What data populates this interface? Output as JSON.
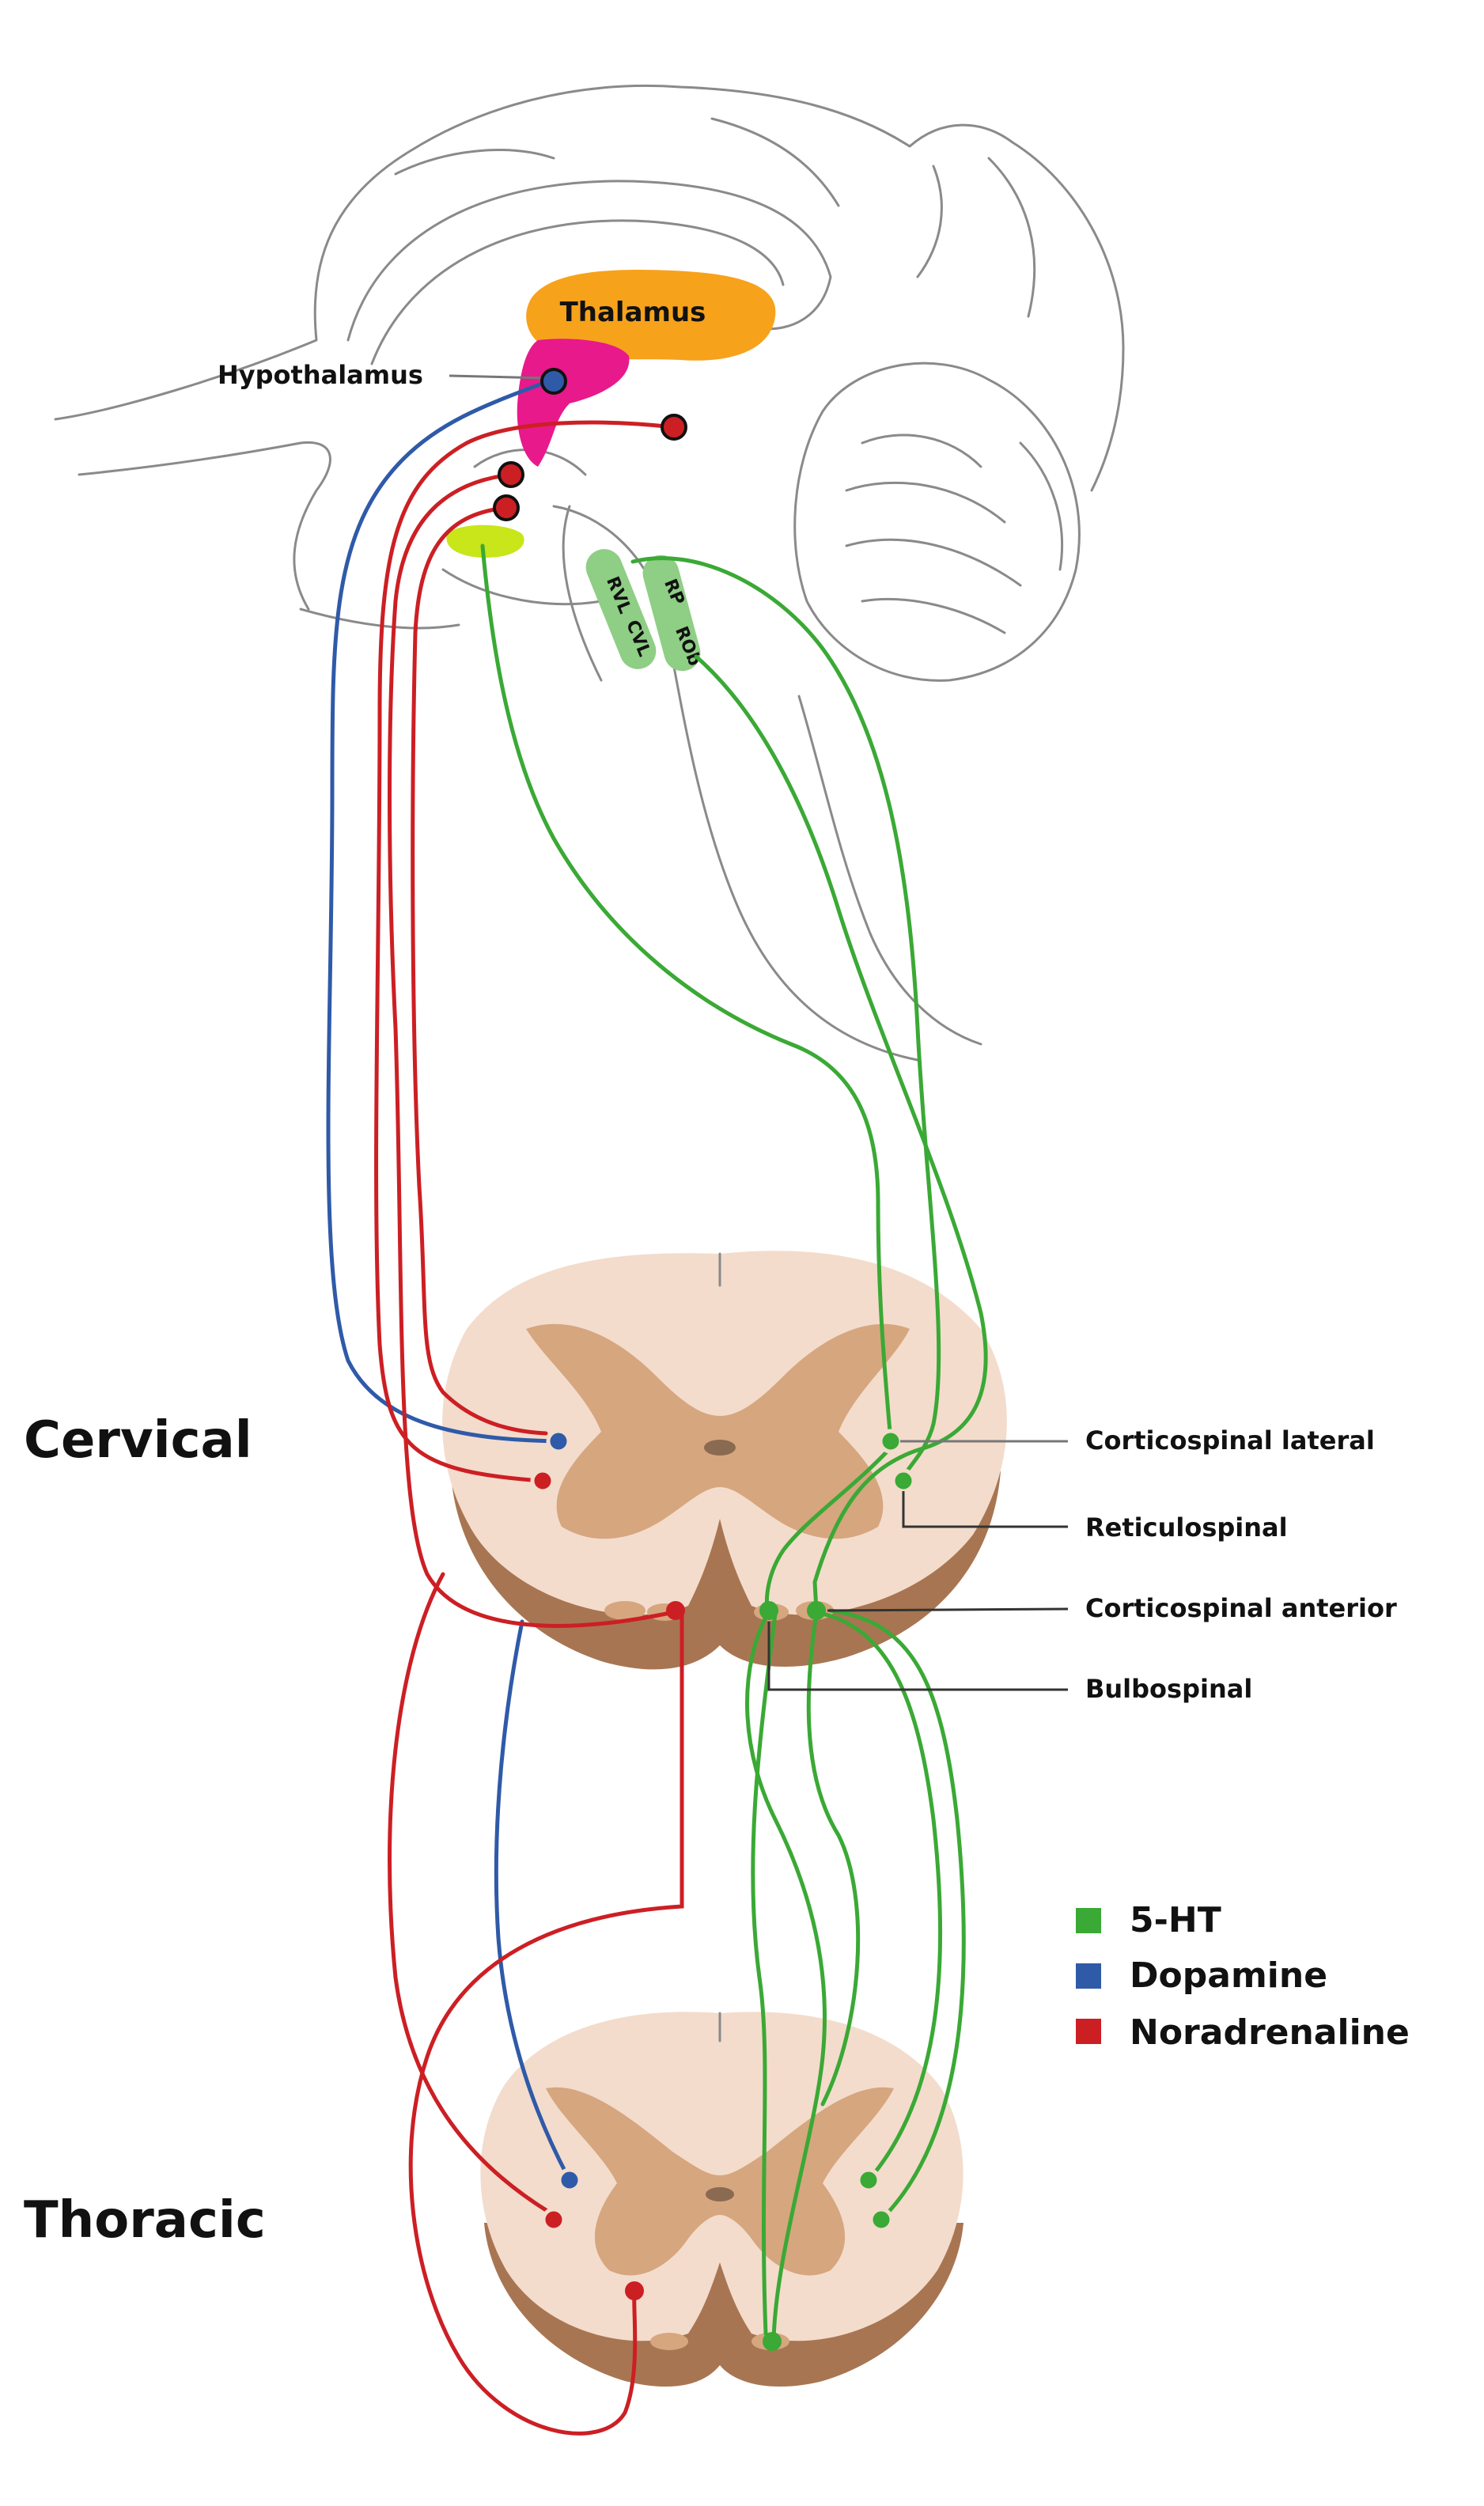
{
  "labels": {
    "thalamus": "Thalamus",
    "hypothalamus": "Hypothalamus",
    "rvl": "RVL",
    "cvl": "CVL",
    "rp": "RP",
    "rob": "ROb",
    "cervical": "Cervical",
    "thoracic": "Thoracic",
    "corticospinal_lateral": "Corticospinal lateral",
    "reticulospinal": "Reticulospinal",
    "corticospinal_anterior": "Corticospinal anterior",
    "bulbospinal": "Bulbospinal"
  },
  "legend": [
    {
      "label": "5-HT",
      "color": "#3aa935"
    },
    {
      "label": "Dopamine",
      "color": "#2f5aa8"
    },
    {
      "label": "Noradrenaline",
      "color": "#cc1f24"
    }
  ],
  "colors": {
    "thalamus": "#f7a21b",
    "hypothalamus": "#e8198b",
    "raphe_nuclei": "#8fce85",
    "yellow_nucleus": "#c8e619",
    "grey_matter": "#d6a67f",
    "white_matter": "#f3dccc",
    "serotonin": "#3aa935",
    "dopamine": "#2f5aa8",
    "noradrenaline": "#cc1f24"
  }
}
